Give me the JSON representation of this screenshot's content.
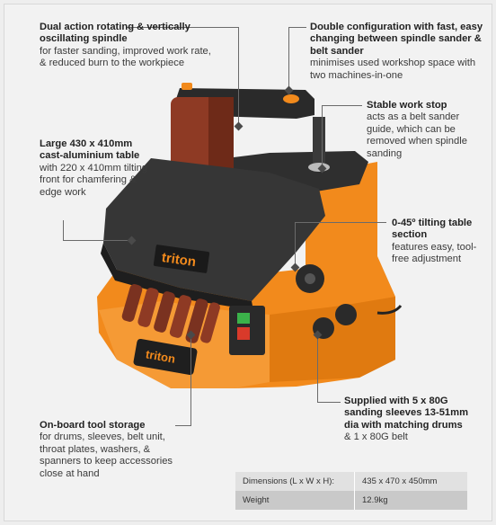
{
  "callouts": [
    {
      "heading": "Dual action rotating & vertically oscillating spindle",
      "desc": "for faster sanding, improved work rate, & reduced burn to the workpiece"
    },
    {
      "heading": "Double configuration with fast, easy changing between spindle sander & belt sander",
      "desc": "minimises used workshop space with two machines-in-one"
    },
    {
      "heading": "Stable work stop",
      "desc": "acts as a belt sander guide, which can be removed when spindle sanding"
    },
    {
      "heading": "Large 430 x 410mm cast-aluminium table",
      "desc": "with 220 x 410mm tilting front for chamfering & edge work"
    },
    {
      "heading": "0-45º tilting table section",
      "desc": "features easy, tool-free adjustment"
    },
    {
      "heading": "Supplied with 5 x 80G sanding sleeves 13-51mm dia with matching drums",
      "desc": "& 1 x 80G belt"
    },
    {
      "heading": "On-board tool storage",
      "desc": "for drums, sleeves, belt unit, throat plates, washers, & spanners to keep accessories close at hand"
    }
  ],
  "brand": {
    "logo_text": "triton",
    "accent": "#f28a1c",
    "dark": "#2b2b2b"
  },
  "specs": [
    {
      "label": "Dimensions (L x W x H):",
      "value": "435 x 470 x 450mm"
    },
    {
      "label": "Weight",
      "value": "12.9kg"
    }
  ]
}
